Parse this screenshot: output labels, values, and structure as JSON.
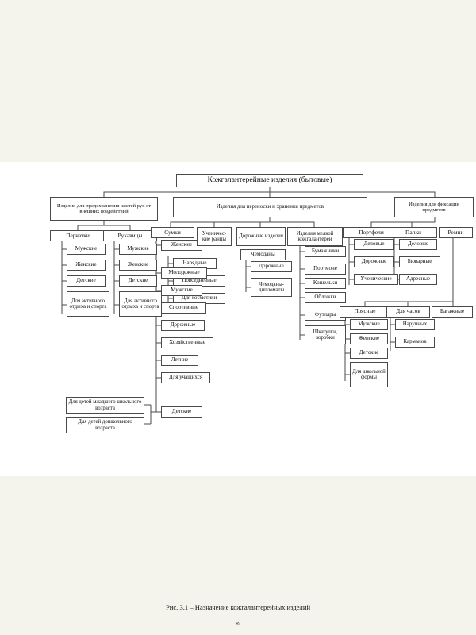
{
  "document": {
    "caption": "Рис. 3.1 – Назначение кожгалантерейных изделий",
    "page_number": "49"
  },
  "colors": {
    "page_background": "#ffffff",
    "outer_background": "#f4f4ec",
    "box_border": "#4a4a4a",
    "text": "#111111"
  },
  "diagram": {
    "type": "hierarchy-tree",
    "root": {
      "label": "Кожгалантерейные изделия (бытовые)"
    },
    "level2": [
      {
        "label": "Изделия для предохранения кистей рук от внешних воздействий"
      },
      {
        "label": "Изделия для переноски и хранения предметов"
      },
      {
        "label": "Изделия для фиксации предметов"
      }
    ],
    "nodes": {
      "n_root": {
        "label": "Кожгалантерейные изделия (бытовые)"
      },
      "n_l2a": {
        "label": "Изделия для предохранения кистей рук от внешних воздействий"
      },
      "n_l2b": {
        "label": "Изделия для переноски и хранения предметов"
      },
      "n_l2c": {
        "label": "Изделия для фиксации предметов"
      },
      "n_perchatki": {
        "label": "Перчатки"
      },
      "n_p1": {
        "label": "Мужские"
      },
      "n_p2": {
        "label": "Женские"
      },
      "n_p3": {
        "label": "Детские"
      },
      "n_p4": {
        "label": "Для активного отдыха и спорта"
      },
      "n_rukavicy": {
        "label": "Рукавицы"
      },
      "n_r1": {
        "label": "Мужские"
      },
      "n_r2": {
        "label": "Женские"
      },
      "n_r3": {
        "label": "Детские"
      },
      "n_r4": {
        "label": "Для активного отдыха и спорта"
      },
      "n_sumki": {
        "label": "Сумки"
      },
      "n_s_zhen": {
        "label": "Женские"
      },
      "n_s_z1": {
        "label": "Нарядные"
      },
      "n_s_z2": {
        "label": "Повседневные"
      },
      "n_s_z3": {
        "label": "Для косметики"
      },
      "n_s1": {
        "label": "Молодежные"
      },
      "n_s2": {
        "label": "Мужские"
      },
      "n_s3": {
        "label": "Спортивные"
      },
      "n_s4": {
        "label": "Дорожные"
      },
      "n_s5": {
        "label": "Хозяйственные"
      },
      "n_s6": {
        "label": "Летние"
      },
      "n_s7": {
        "label": "Для учащихся"
      },
      "n_s8": {
        "label": "Детские"
      },
      "n_s8a": {
        "label": "Для детей младшего школьного возраста"
      },
      "n_s8b": {
        "label": "Для детей дошкольного возраста"
      },
      "n_rancy": {
        "label": "Ученичес-кие ранцы"
      },
      "n_dorozh": {
        "label": "Дорожные изделия"
      },
      "n_chemod": {
        "label": "Чемоданы"
      },
      "n_c1": {
        "label": "Дорожные"
      },
      "n_c2": {
        "label": "Чемоданы-дипломаты"
      },
      "n_melkoj": {
        "label": "Изделия мелкой кожгалантереи"
      },
      "n_m1": {
        "label": "Бумажники"
      },
      "n_m2": {
        "label": "Портмоне"
      },
      "n_m3": {
        "label": "Кошельки"
      },
      "n_m4": {
        "label": "Обложки"
      },
      "n_m5": {
        "label": "Футляры"
      },
      "n_m6": {
        "label": "Шкатулки, коробки"
      },
      "n_portfeli": {
        "label": "Портфели"
      },
      "n_pf1": {
        "label": "Деловые"
      },
      "n_pf2": {
        "label": "Дорожные"
      },
      "n_pf3": {
        "label": "Ученические"
      },
      "n_papki": {
        "label": "Папки"
      },
      "n_pk1": {
        "label": "Деловые"
      },
      "n_pk2": {
        "label": "Бюварные"
      },
      "n_pk3": {
        "label": "Адресные"
      },
      "n_remni": {
        "label": "Ремни"
      },
      "n_poyasnye": {
        "label": "Поясные"
      },
      "n_py1": {
        "label": "Мужские"
      },
      "n_py2": {
        "label": "Женские"
      },
      "n_py3": {
        "label": "Детские"
      },
      "n_py4": {
        "label": "Для школьной формы"
      },
      "n_chasov": {
        "label": "Для часов"
      },
      "n_ch1": {
        "label": "Наручных"
      },
      "n_ch2": {
        "label": "Карманов"
      },
      "n_bagazh": {
        "label": "Багажные"
      }
    }
  }
}
